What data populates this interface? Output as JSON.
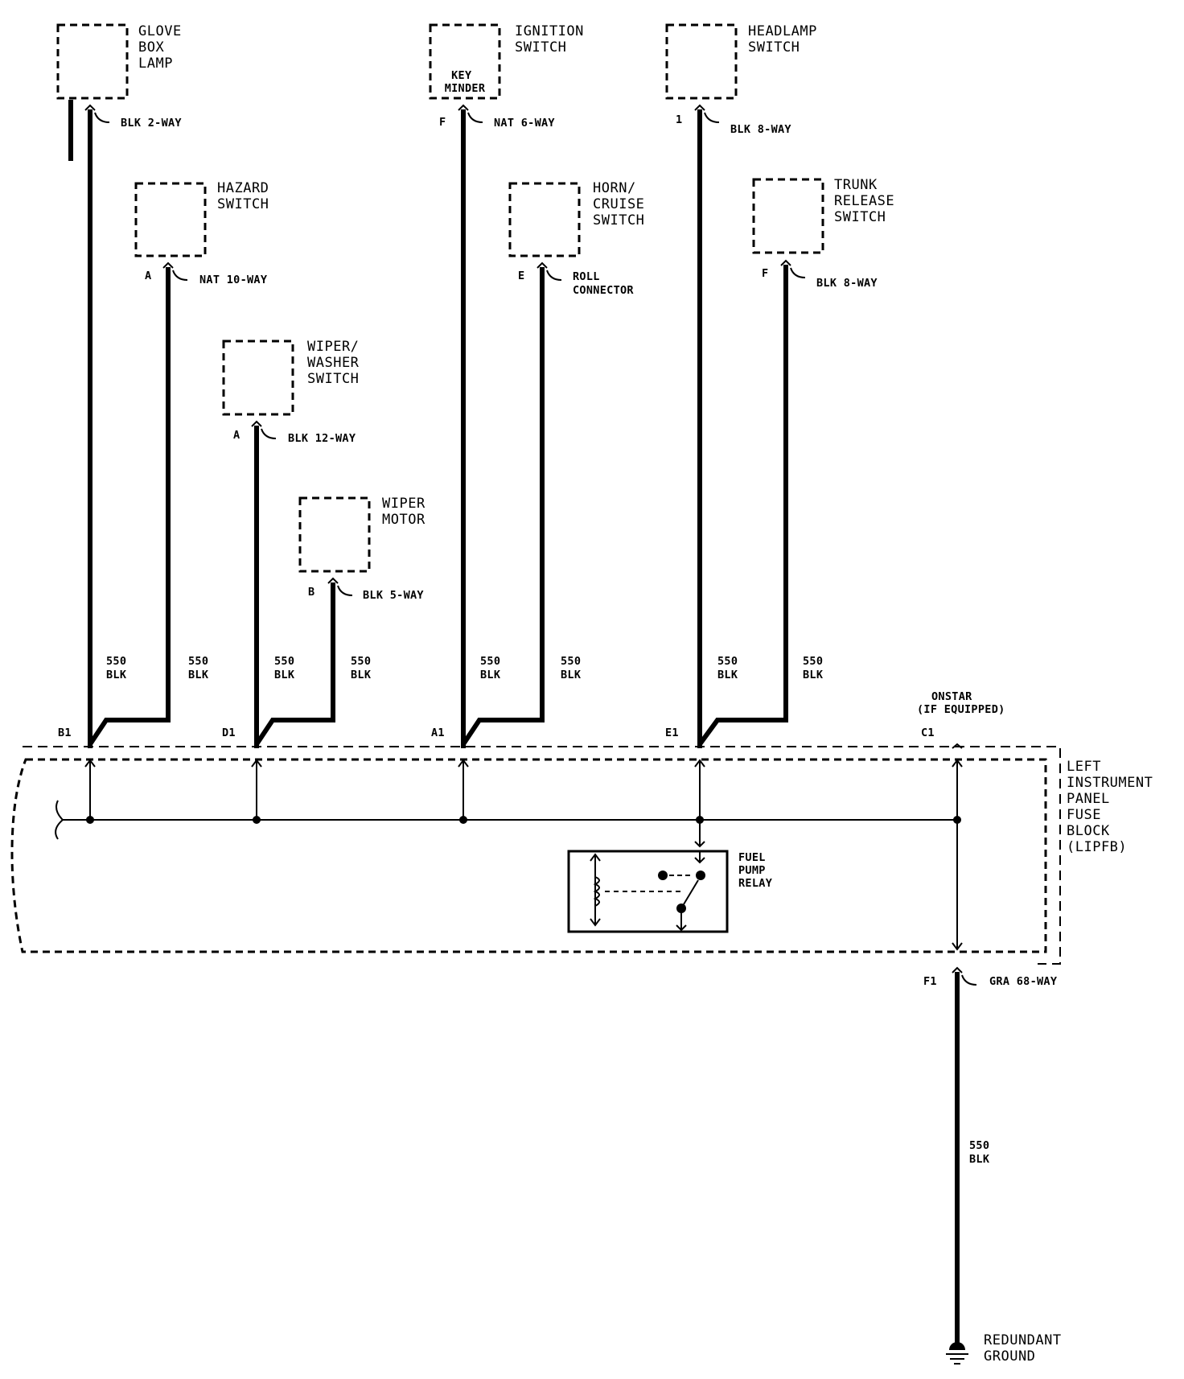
{
  "components": {
    "glove_box_lamp": [
      "GLOVE",
      "BOX",
      "LAMP"
    ],
    "hazard_switch": [
      "HAZARD",
      "SWITCH"
    ],
    "wiper_washer_switch": [
      "WIPER/",
      "WASHER",
      "SWITCH"
    ],
    "wiper_motor": [
      "WIPER",
      "MOTOR"
    ],
    "ignition_switch": [
      "IGNITION",
      "SWITCH"
    ],
    "key_minder": [
      "KEY",
      "MINDER"
    ],
    "horn_cruise_switch": [
      "HORN/",
      "CRUISE",
      "SWITCH"
    ],
    "headlamp_switch": [
      "HEADLAMP",
      "SWITCH"
    ],
    "trunk_release_switch": [
      "TRUNK",
      "RELEASE",
      "SWITCH"
    ],
    "fuse_block": [
      "LEFT",
      "INSTRUMENT",
      "PANEL",
      "FUSE",
      "BLOCK",
      "(LIPFB)"
    ],
    "fuel_pump_relay": [
      "FUEL",
      "PUMP",
      "RELAY"
    ],
    "onstar": [
      "ONSTAR",
      "(IF EQUIPPED)"
    ],
    "ground": [
      "REDUNDANT",
      "GROUND"
    ]
  },
  "connectors": {
    "glove_box": {
      "pin": "",
      "name": "BLK 2-WAY"
    },
    "hazard": {
      "pin": "A",
      "name": "NAT 10-WAY"
    },
    "wiper_washer": {
      "pin": "A",
      "name": "BLK 12-WAY"
    },
    "wiper_motor": {
      "pin": "B",
      "name": "BLK 5-WAY"
    },
    "ignition": {
      "pin": "F",
      "name": "NAT 6-WAY"
    },
    "horn_cruise": {
      "pin": "E",
      "name": [
        "ROLL",
        "CONNECTOR"
      ]
    },
    "headlamp": {
      "pin": "1",
      "name": "BLK 8-WAY"
    },
    "trunk_release": {
      "pin": "F",
      "name": "BLK 8-WAY"
    },
    "lipfb_out": {
      "pin": "F1",
      "name": "GRA 68-WAY"
    }
  },
  "wires": [
    {
      "circuit": "550",
      "color": "BLK"
    }
  ],
  "fuse_block_pins": [
    "B1",
    "D1",
    "A1",
    "E1",
    "C1"
  ]
}
